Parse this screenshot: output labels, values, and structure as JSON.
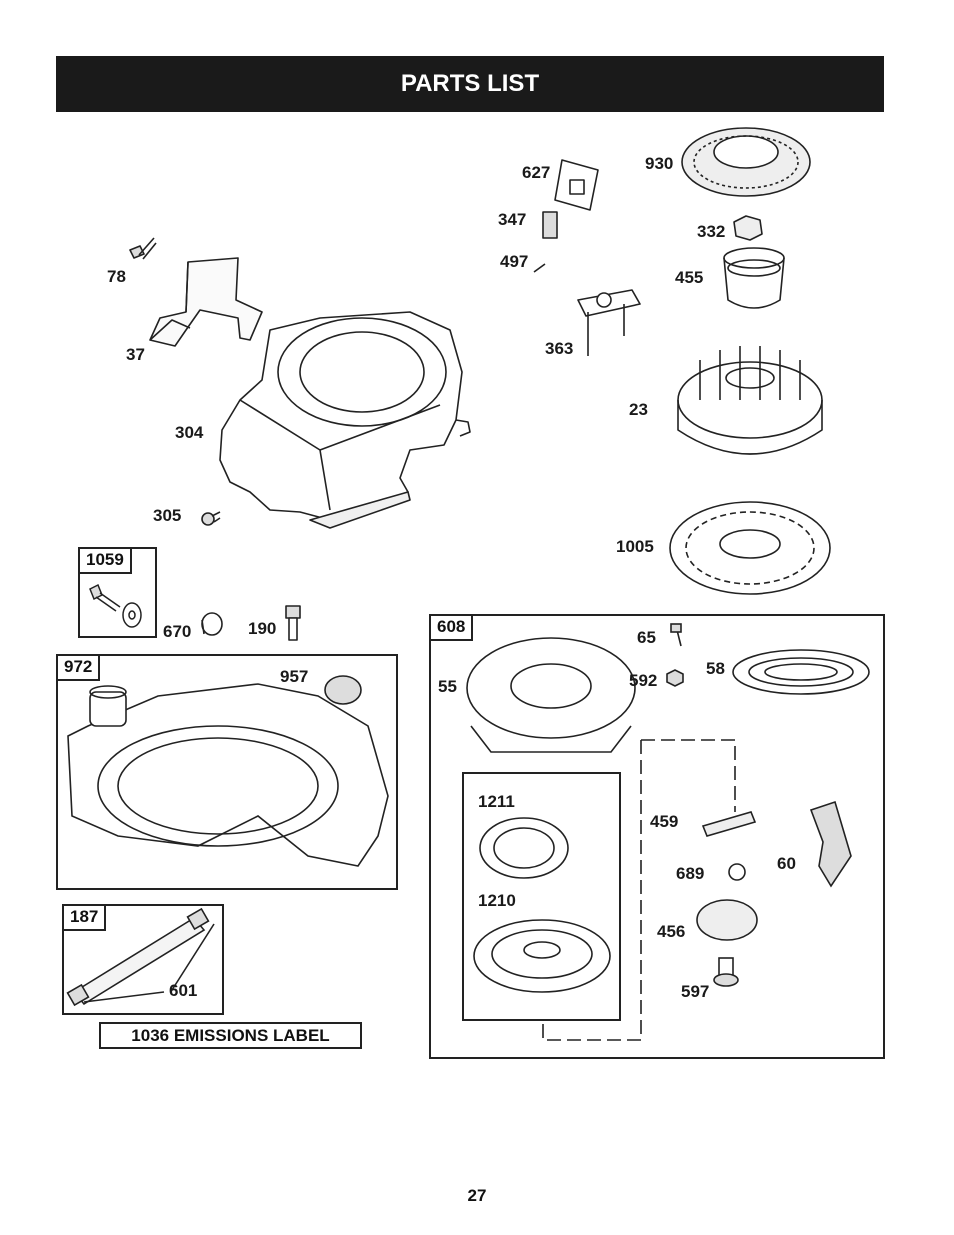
{
  "title": "PARTS LIST",
  "page_number": "27",
  "emissions_label": "1036 EMISSIONS LABEL",
  "callouts": {
    "p78": "78",
    "p37": "37",
    "p304": "304",
    "p305": "305",
    "p627": "627",
    "p930": "930",
    "p347": "347",
    "p332": "332",
    "p497": "497",
    "p455": "455",
    "p363": "363",
    "p23": "23",
    "p1005": "1005",
    "p670": "670",
    "p190": "190",
    "p957": "957",
    "p601": "601",
    "p65": "65",
    "p55": "55",
    "p592": "592",
    "p58": "58",
    "p1211": "1211",
    "p459": "459",
    "p689": "689",
    "p60": "60",
    "p1210": "1210",
    "p456": "456",
    "p597": "597"
  },
  "kits": {
    "k1059": "1059",
    "k972": "972",
    "k187": "187",
    "k608": "608"
  }
}
